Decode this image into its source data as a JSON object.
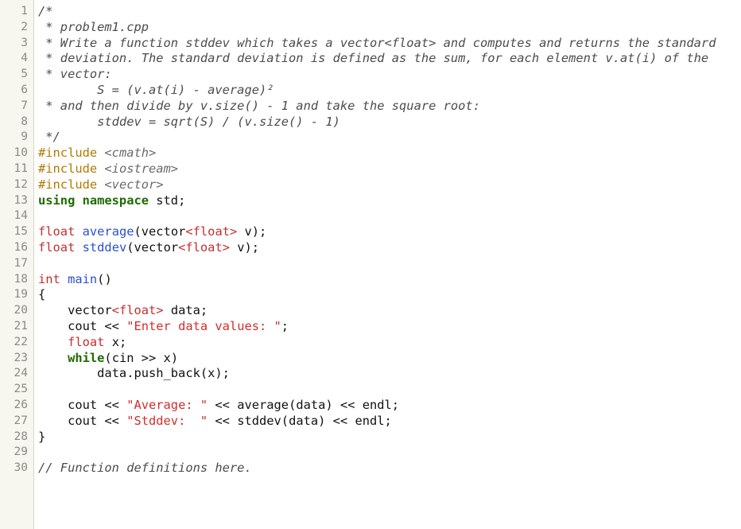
{
  "editor": {
    "file_name": "problem1.cpp",
    "lines": [
      {
        "n": "1",
        "tokens": [
          {
            "c": "comment",
            "t": "/*"
          }
        ]
      },
      {
        "n": "2",
        "tokens": [
          {
            "c": "comment",
            "t": " * problem1.cpp"
          }
        ]
      },
      {
        "n": "3",
        "tokens": [
          {
            "c": "comment",
            "t": " * Write a function stddev which takes a vector<float> and computes and returns the standard"
          }
        ]
      },
      {
        "n": "4",
        "tokens": [
          {
            "c": "comment",
            "t": " * deviation. The standard deviation is defined as the sum, for each element v.at(i) of the"
          }
        ]
      },
      {
        "n": "5",
        "tokens": [
          {
            "c": "comment",
            "t": " * vector:"
          }
        ]
      },
      {
        "n": "6",
        "tokens": [
          {
            "c": "comment",
            "t": "        S = (v.at(i) - average)²"
          }
        ]
      },
      {
        "n": "7",
        "tokens": [
          {
            "c": "comment",
            "t": " * and then divide by v.size() - 1 and take the square root:"
          }
        ]
      },
      {
        "n": "8",
        "tokens": [
          {
            "c": "comment",
            "t": "        stddev = sqrt(S) / (v.size() - 1)"
          }
        ]
      },
      {
        "n": "9",
        "tokens": [
          {
            "c": "comment",
            "t": " */"
          }
        ]
      },
      {
        "n": "10",
        "tokens": [
          {
            "c": "pre",
            "t": "#include "
          },
          {
            "c": "inc",
            "t": "<cmath>"
          }
        ]
      },
      {
        "n": "11",
        "tokens": [
          {
            "c": "pre",
            "t": "#include "
          },
          {
            "c": "inc",
            "t": "<iostream>"
          }
        ]
      },
      {
        "n": "12",
        "tokens": [
          {
            "c": "pre",
            "t": "#include "
          },
          {
            "c": "inc",
            "t": "<vector>"
          }
        ]
      },
      {
        "n": "13",
        "tokens": [
          {
            "c": "kw",
            "t": "using namespace"
          },
          {
            "c": "plain",
            "t": " std;"
          }
        ]
      },
      {
        "n": "14",
        "tokens": []
      },
      {
        "n": "15",
        "tokens": [
          {
            "c": "type",
            "t": "float"
          },
          {
            "c": "plain",
            "t": " "
          },
          {
            "c": "fn",
            "t": "average"
          },
          {
            "c": "plain",
            "t": "(vector"
          },
          {
            "c": "type",
            "t": "<float>"
          },
          {
            "c": "plain",
            "t": " v);"
          }
        ]
      },
      {
        "n": "16",
        "tokens": [
          {
            "c": "type",
            "t": "float"
          },
          {
            "c": "plain",
            "t": " "
          },
          {
            "c": "fn",
            "t": "stddev"
          },
          {
            "c": "plain",
            "t": "(vector"
          },
          {
            "c": "type",
            "t": "<float>"
          },
          {
            "c": "plain",
            "t": " v);"
          }
        ]
      },
      {
        "n": "17",
        "tokens": []
      },
      {
        "n": "18",
        "tokens": [
          {
            "c": "type",
            "t": "int"
          },
          {
            "c": "plain",
            "t": " "
          },
          {
            "c": "fn",
            "t": "main"
          },
          {
            "c": "plain",
            "t": "()"
          }
        ]
      },
      {
        "n": "19",
        "tokens": [
          {
            "c": "plain",
            "t": "{"
          }
        ]
      },
      {
        "n": "20",
        "tokens": [
          {
            "c": "plain",
            "t": "    vector"
          },
          {
            "c": "type",
            "t": "<float>"
          },
          {
            "c": "plain",
            "t": " data;"
          }
        ]
      },
      {
        "n": "21",
        "tokens": [
          {
            "c": "plain",
            "t": "    cout << "
          },
          {
            "c": "str",
            "t": "\"Enter data values: \""
          },
          {
            "c": "plain",
            "t": ";"
          }
        ]
      },
      {
        "n": "22",
        "tokens": [
          {
            "c": "plain",
            "t": "    "
          },
          {
            "c": "type",
            "t": "float"
          },
          {
            "c": "plain",
            "t": " x;"
          }
        ]
      },
      {
        "n": "23",
        "tokens": [
          {
            "c": "plain",
            "t": "    "
          },
          {
            "c": "kw",
            "t": "while"
          },
          {
            "c": "plain",
            "t": "(cin >> x)"
          }
        ]
      },
      {
        "n": "24",
        "tokens": [
          {
            "c": "plain",
            "t": "        data.push_back(x);"
          }
        ]
      },
      {
        "n": "25",
        "tokens": []
      },
      {
        "n": "26",
        "tokens": [
          {
            "c": "plain",
            "t": "    cout << "
          },
          {
            "c": "str",
            "t": "\"Average: \""
          },
          {
            "c": "plain",
            "t": " << average(data) << endl;"
          }
        ]
      },
      {
        "n": "27",
        "tokens": [
          {
            "c": "plain",
            "t": "    cout << "
          },
          {
            "c": "str",
            "t": "\"Stddev:  \""
          },
          {
            "c": "plain",
            "t": " << stddev(data) << endl;"
          }
        ]
      },
      {
        "n": "28",
        "tokens": [
          {
            "c": "plain",
            "t": "}"
          }
        ]
      },
      {
        "n": "29",
        "tokens": []
      },
      {
        "n": "30",
        "tokens": [
          {
            "c": "comment",
            "t": "// Function definitions here."
          }
        ]
      }
    ]
  },
  "colors": {
    "background": "#ffffff",
    "gutter_background": "#f7f7ef",
    "comment": "#4c4c4c",
    "preprocessor": "#b07a00",
    "keyword": "#1f6b00",
    "type": "#c52e2e",
    "function": "#2b4fd1",
    "string": "#d22d2d"
  }
}
